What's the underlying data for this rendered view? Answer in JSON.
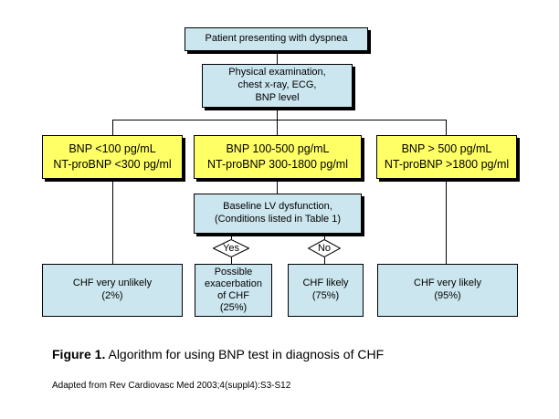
{
  "nodes": {
    "start": "Patient presenting with dyspnea",
    "exam": [
      "Physical examination,",
      "chest x-ray, ECG,",
      "BNP level"
    ],
    "bnp_low": [
      "BNP <100 pg/mL",
      "NT-proBNP <300 pg/ml"
    ],
    "bnp_mid": [
      "BNP 100-500 pg/mL",
      "NT-proBNP 300-1800 pg/ml"
    ],
    "bnp_high": [
      "BNP > 500 pg/mL",
      "NT-proBNP >1800 pg/ml"
    ],
    "baseline": [
      "Baseline LV dysfunction,",
      "(Conditions listed in Table 1)"
    ],
    "yes": "Yes",
    "no": "No",
    "unlikely": [
      "CHF very unlikely",
      "(2%)"
    ],
    "possible": [
      "Possible",
      "exacerbation",
      "of CHF",
      "(25%)"
    ],
    "likely": [
      "CHF likely",
      "(75%)"
    ],
    "very_likely": [
      "CHF very likely",
      "(95%)"
    ]
  },
  "caption": {
    "label": "Figure 1.",
    "text": " Algorithm for using BNP test in diagnosis of CHF"
  },
  "source": "Adapted from Rev Cardiovasc Med 2003;4(suppl4):S3-S12"
}
